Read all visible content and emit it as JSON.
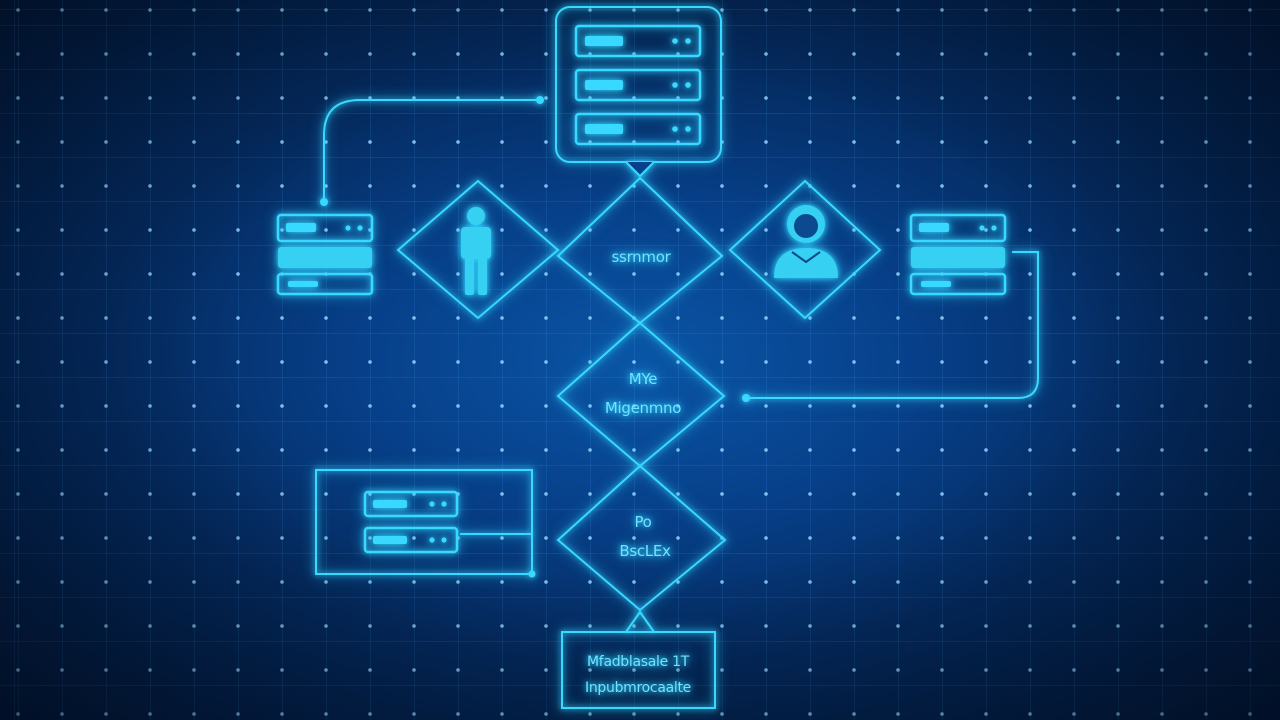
{
  "colors": {
    "line": "#38d8ff",
    "fill": "#35d0f2",
    "background": "#07408a"
  },
  "nodes": {
    "center_diamond": {
      "label": "ssrnmor"
    },
    "middle_diamond": {
      "line1": "MYe",
      "line2": "Migenmno"
    },
    "lower_diamond": {
      "line1": "Po",
      "line2": "BscLEx"
    },
    "bottom_box": {
      "line1": "Mfadblasale 1T",
      "line2": "Inpubmrocaalte"
    }
  },
  "icons": {
    "top_server": "server-rack-icon",
    "left_server": "server-rack-icon",
    "right_server": "server-rack-icon",
    "lower_left_server": "server-rack-icon",
    "left_user": "person-icon",
    "right_user": "user-avatar-icon"
  }
}
